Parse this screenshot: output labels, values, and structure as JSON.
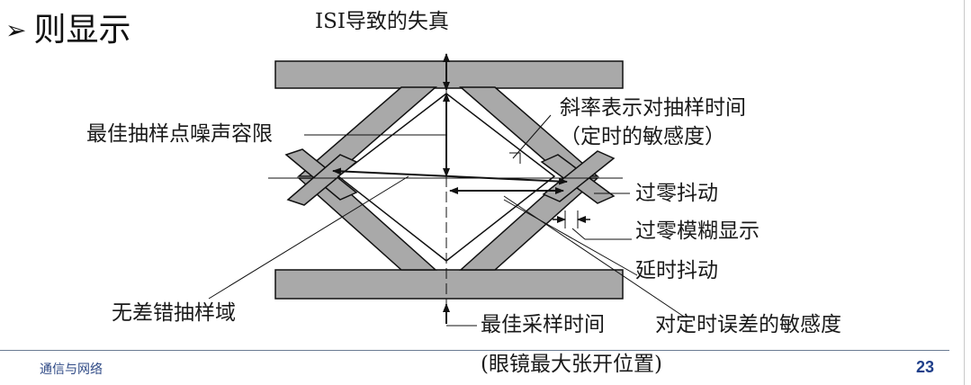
{
  "slide": {
    "title": "则显示",
    "bullet": "➢"
  },
  "labels": {
    "isi": "ISI导致的失真",
    "noise_margin": "最佳抽样点噪声容限",
    "slope_1": "斜率表示对抽样时间",
    "slope_2": "（定时的敏感度）",
    "zero_jitter": "过零抖动",
    "zero_blur": "过零模糊显示",
    "delay_jitter": "延时抖动",
    "errorless_region": "无差错抽样域",
    "best_sampling_time": "最佳采样时间",
    "timing_sensitivity": "对定时误差的敏感度",
    "eye_open": "(眼镜最大张开位置)"
  },
  "footer": {
    "left": "通信与网络",
    "page": "23"
  },
  "colors": {
    "eye_fill": "#a9a9a9",
    "eye_stroke": "#111111",
    "footer_text": "#2f4a86",
    "footer_line": "#6b7c93"
  }
}
